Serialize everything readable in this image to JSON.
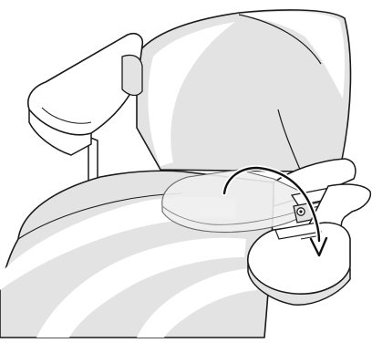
{
  "colors": {
    "outline": "#1a1a1a",
    "seat_fill": "#e3e3e3",
    "highlight": "#ffffff",
    "panel_translucent": "#efefef",
    "arrow": "#111111"
  },
  "parts": [
    {
      "name": "seat-backrest",
      "icon": "backrest-shape"
    },
    {
      "name": "seat-cushion",
      "icon": "cushion-shape"
    },
    {
      "name": "left-armrest",
      "icon": "armrest-shape"
    },
    {
      "name": "folding-tray-raised",
      "icon": "tray-ghost-shape"
    },
    {
      "name": "folding-tray-lowered",
      "icon": "tray-shape"
    },
    {
      "name": "tray-hinge-bracket",
      "icon": "hinge-shape"
    },
    {
      "name": "fold-direction-arrow",
      "icon": "curved-arrow-down"
    }
  ]
}
